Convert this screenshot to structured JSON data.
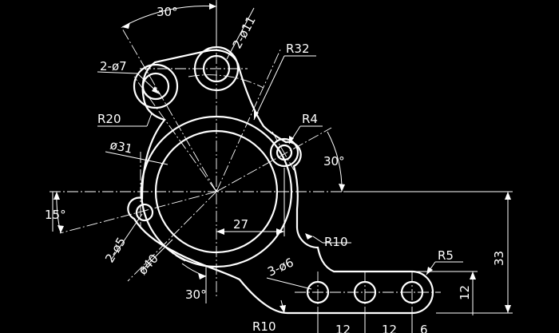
{
  "drawing": {
    "background_color": "#000000",
    "line_color": "#ffffff",
    "dimensions": {
      "angle_top": "30°",
      "holes_11": "2-ø11",
      "holes_7": "2-ø7",
      "radius_32": "R32",
      "radius_20": "R20",
      "diameter_31": "ø31",
      "radius_4": "R4",
      "angle_right": "30°",
      "angle_left": "15°",
      "length_27": "27",
      "holes_5": "2-ø5",
      "radius_10_upper": "R10",
      "diameter_40": "ø40",
      "holes_6": "3-ø6",
      "radius_5": "R5",
      "angle_bottom": "30°",
      "radius_10_lower": "R10",
      "height_12": "12",
      "height_33": "33",
      "spacing_1": "12",
      "spacing_2": "12",
      "spacing_3": "6"
    }
  }
}
